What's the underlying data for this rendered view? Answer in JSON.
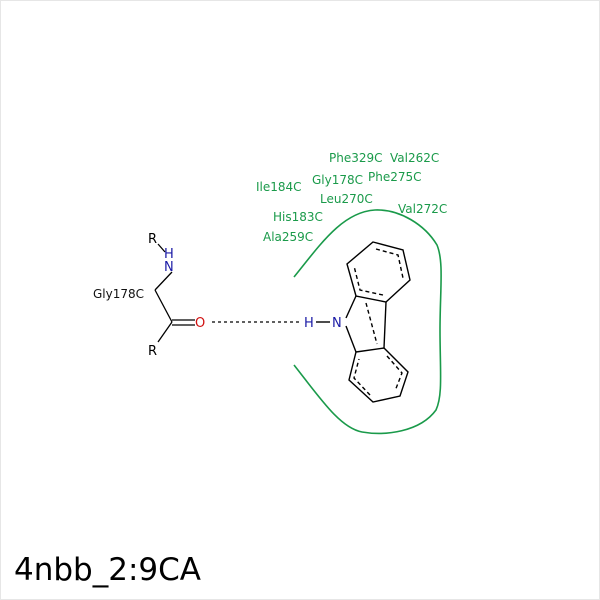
{
  "caption": "4nbb_2:9CA",
  "colors": {
    "residue": "#1a9a4a",
    "nitrogen": "#1a1aa6",
    "oxygen": "#d01010",
    "bond": "#000000"
  },
  "residues": {
    "phe329": "Phe329C",
    "val262": "Val262C",
    "ile184": "Ile184C",
    "gly178_pocket": "Gly178C",
    "phe275": "Phe275C",
    "leu270": "Leu270C",
    "val272": "Val272C",
    "his183": "His183C",
    "ala259": "Ala259C"
  },
  "residue_fragment": {
    "name": "Gly178C",
    "r_top": "R",
    "n_atom": "N",
    "h_atom": "H",
    "o_atom": "O",
    "r_bottom": "R"
  },
  "ligand": {
    "h_atom": "H",
    "n_atom": "N"
  }
}
